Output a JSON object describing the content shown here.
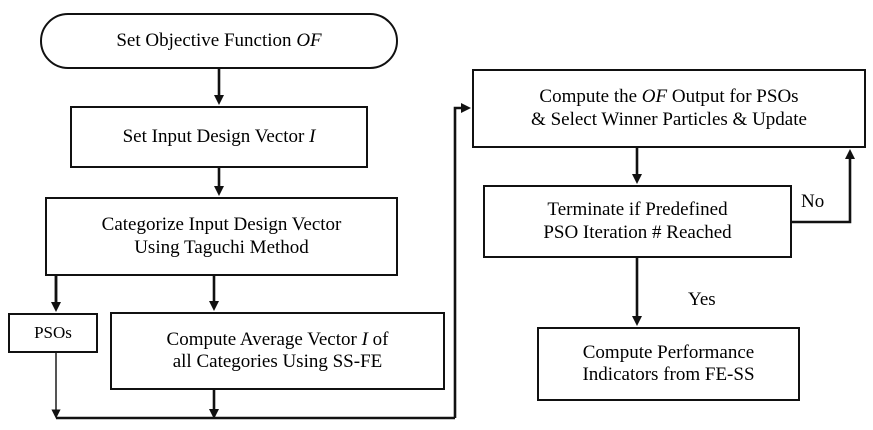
{
  "diagram": {
    "title": "Taguchi-PSO Optimization Flowchart",
    "background_color": "#ffffff",
    "line_color": "#111111",
    "text_color": "#000000",
    "nodes": {
      "objective": {
        "id": "set-objective-function",
        "shape": "stadium",
        "label": "Set Objective Function OF",
        "label_plain": "Set Objective Function ",
        "label_italic": "OF"
      },
      "input_vector": {
        "id": "set-input-design-vector",
        "shape": "rectangle",
        "label": "Set Input Design Vector I",
        "label_plain": "Set Input Design Vector ",
        "label_italic": "I"
      },
      "categorize": {
        "id": "categorize-input-design-vector",
        "shape": "rectangle",
        "label": "Categorize Input Design Vector\nUsing Taguchi Method",
        "line1": "Categorize Input Design Vector",
        "line2": "Using Taguchi Method"
      },
      "psos": {
        "id": "psos",
        "shape": "rectangle",
        "label": "PSOs"
      },
      "average_vector": {
        "id": "compute-average-vector",
        "shape": "rectangle",
        "label": "Compute Average Vector I of\nall Categories Using SS-FE",
        "line1_plain": "Compute Average Vector ",
        "line1_italic": "I",
        "line1_tail": " of",
        "line2": "all Categories Using SS-FE"
      },
      "compute_of": {
        "id": "compute-of-output",
        "shape": "rectangle",
        "label": "Compute the OF Output for PSOs\n& Select Winner Particles & Update",
        "line1_plain": "Compute the ",
        "line1_italic": "OF",
        "line1_tail": " Output for PSOs",
        "line2": "& Select Winner Particles & Update"
      },
      "terminate": {
        "id": "terminate-condition",
        "shape": "rectangle",
        "label": "Terminate if Predefined\nPSO Iteration # Reached",
        "line1": "Terminate if Predefined",
        "line2": "PSO Iteration # Reached"
      },
      "performance": {
        "id": "compute-performance-indicators",
        "shape": "rectangle",
        "label": "Compute Performance\nIndicators from FE-SS",
        "line1": "Compute Performance",
        "line2": "Indicators from FE-SS"
      }
    },
    "edge_labels": {
      "no": "No",
      "yes": "Yes"
    },
    "edges": [
      {
        "from": "objective",
        "to": "input_vector",
        "label": ""
      },
      {
        "from": "input_vector",
        "to": "categorize",
        "label": ""
      },
      {
        "from": "categorize",
        "to": "psos",
        "label": ""
      },
      {
        "from": "categorize",
        "to": "average_vector",
        "label": ""
      },
      {
        "from": "psos",
        "to": "bottom-bus",
        "label": ""
      },
      {
        "from": "average_vector",
        "to": "bottom-bus",
        "label": ""
      },
      {
        "from": "bottom-bus",
        "to": "compute_of",
        "label": ""
      },
      {
        "from": "compute_of",
        "to": "terminate",
        "label": ""
      },
      {
        "from": "terminate",
        "to": "compute_of",
        "label": "No"
      },
      {
        "from": "terminate",
        "to": "performance",
        "label": "Yes"
      }
    ]
  }
}
